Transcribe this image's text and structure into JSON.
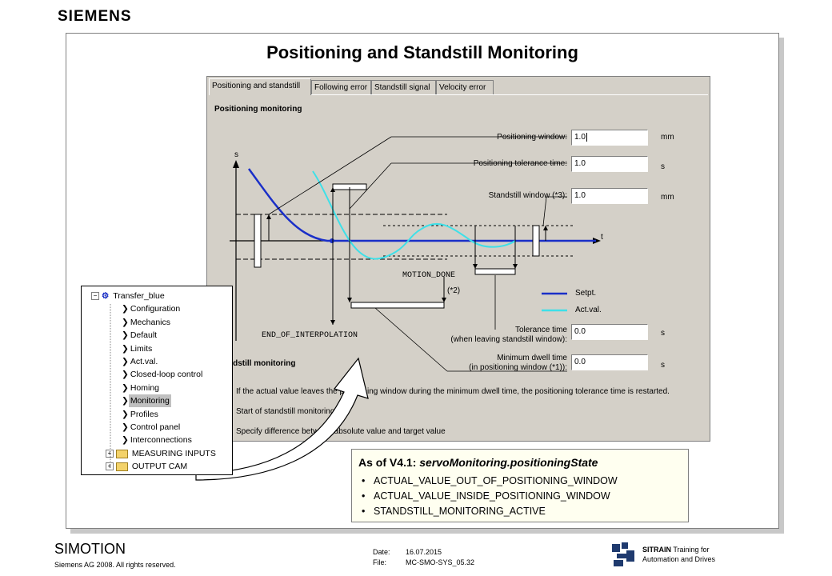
{
  "brand": "SIEMENS",
  "slide_title": "Positioning and Standstill Monitoring",
  "dialog": {
    "tabs": [
      {
        "label": "Positioning and standstill",
        "active": true
      },
      {
        "label": "Following error",
        "active": false
      },
      {
        "label": "Standstill signal",
        "active": false
      },
      {
        "label": "Velocity error",
        "active": false
      }
    ],
    "section_positioning": "Positioning monitoring",
    "fields": {
      "positioning_window": {
        "label": "Positioning window:",
        "value": "1.0",
        "unit": "mm"
      },
      "positioning_tolerance_time": {
        "label": "Positioning tolerance time:",
        "value": "1.0",
        "unit": "s"
      },
      "standstill_window": {
        "label": "Standstill window (*3):",
        "value": "1.0",
        "unit": "mm"
      },
      "tolerance_time_line1": "Tolerance time",
      "tolerance_time_line2": "(when leaving standstill window):",
      "tolerance_time_value": "0.0",
      "tolerance_time_unit": "s",
      "min_dwell_line1": "Minimum dwell time",
      "min_dwell_line2": "(in positioning window (*1)):",
      "min_dwell_value": "0.0",
      "min_dwell_unit": "s"
    },
    "diagram": {
      "axis_s": "s",
      "axis_t": "t",
      "motion_done": "MOTION_DONE",
      "note2": "(*2)",
      "end_of_interpolation": "END_OF_INTERPOLATION",
      "legend": [
        {
          "label": "Setpt.",
          "color": "#1a2fc8"
        },
        {
          "label": "Act.val.",
          "color": "#3ee0e8"
        }
      ]
    },
    "section_standstill": "ndstill monitoring",
    "notes": [
      "If the actual value leaves the positioning window during the minimum dwell time, the positioning tolerance time is restarted.",
      "Start of standstill monitoring",
      "Specify difference between absolute value and target value"
    ]
  },
  "tree": {
    "root": "Transfer_blue",
    "items": [
      {
        "label": "Configuration",
        "selected": false
      },
      {
        "label": "Mechanics",
        "selected": false
      },
      {
        "label": "Default",
        "selected": false
      },
      {
        "label": "Limits",
        "selected": false
      },
      {
        "label": "Act.val.",
        "selected": false
      },
      {
        "label": "Closed-loop control",
        "selected": false
      },
      {
        "label": "Homing",
        "selected": false
      },
      {
        "label": "Monitoring",
        "selected": true
      },
      {
        "label": "Profiles",
        "selected": false
      },
      {
        "label": "Control panel",
        "selected": false
      },
      {
        "label": "Interconnections",
        "selected": false
      }
    ],
    "folders": [
      "MEASURING INPUTS",
      "OUTPUT CAM"
    ]
  },
  "note": {
    "title_prefix": "As of V4.1: ",
    "title_italic": "servoMonitoring.positioningState",
    "items": [
      "ACTUAL_VALUE_OUT_OF_POSITIONING_WINDOW",
      "ACTUAL_VALUE_INSIDE_POSITIONING_WINDOW",
      "STANDSTILL_MONITORING_ACTIVE"
    ]
  },
  "footer": {
    "product": "SIMOTION",
    "copyright": "Siemens AG 2008. All rights reserved.",
    "date_label": "Date:",
    "date_value": "16.07.2015",
    "file_label": "File:",
    "file_value": "MC-SMO-SYS_05.32",
    "sitrain_bold": "SITRAIN",
    "sitrain_rest": " Training for",
    "sitrain_line2": "Automation and Drives"
  }
}
